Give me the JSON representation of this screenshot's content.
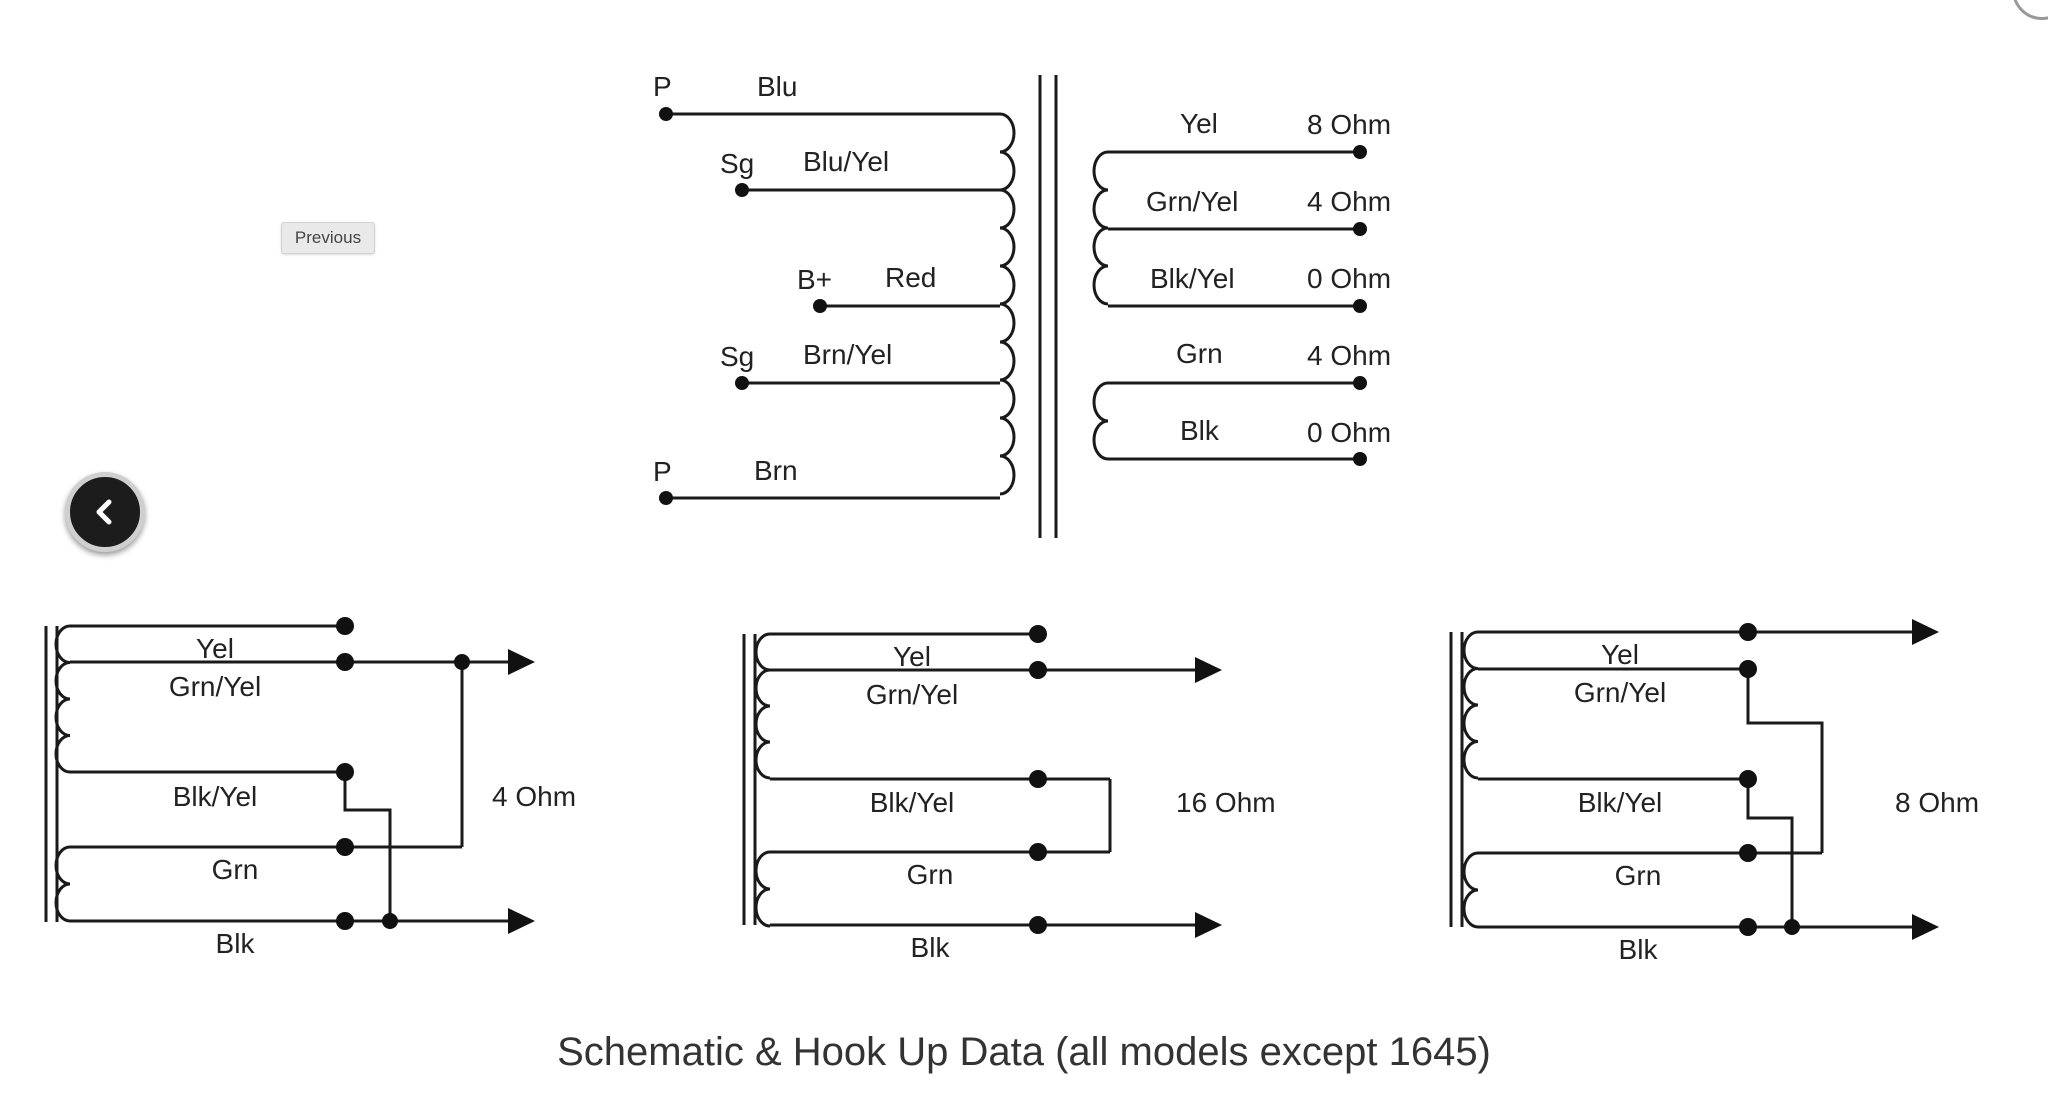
{
  "caption": "Schematic & Hook Up Data (all models except 1645)",
  "nav": {
    "previous_label": "Previous",
    "back_icon": "chevron-left-icon"
  },
  "schematic": {
    "primary": [
      {
        "terminal": "P",
        "color": "Blu"
      },
      {
        "terminal": "Sg",
        "color": "Blu/Yel"
      },
      {
        "terminal": "B+",
        "color": "Red"
      },
      {
        "terminal": "Sg",
        "color": "Brn/Yel"
      },
      {
        "terminal": "P",
        "color": "Brn"
      }
    ],
    "secondary_a": [
      {
        "color": "Yel",
        "ohm": "8 Ohm"
      },
      {
        "color": "Grn/Yel",
        "ohm": "4 Ohm"
      },
      {
        "color": "Blk/Yel",
        "ohm": "0 Ohm"
      }
    ],
    "secondary_b": [
      {
        "color": "Grn",
        "ohm": "4 Ohm"
      },
      {
        "color": "Blk",
        "ohm": "0 Ohm"
      }
    ]
  },
  "hookups": [
    {
      "impedance": "4 Ohm",
      "labels": [
        "Yel",
        "Grn/Yel",
        "Blk/Yel",
        "Grn",
        "Blk"
      ]
    },
    {
      "impedance": "16 Ohm",
      "labels": [
        "Yel",
        "Grn/Yel",
        "Blk/Yel",
        "Grn",
        "Blk"
      ]
    },
    {
      "impedance": "8 Ohm",
      "labels": [
        "Yel",
        "Grn/Yel",
        "Blk/Yel",
        "Grn",
        "Blk"
      ]
    }
  ]
}
